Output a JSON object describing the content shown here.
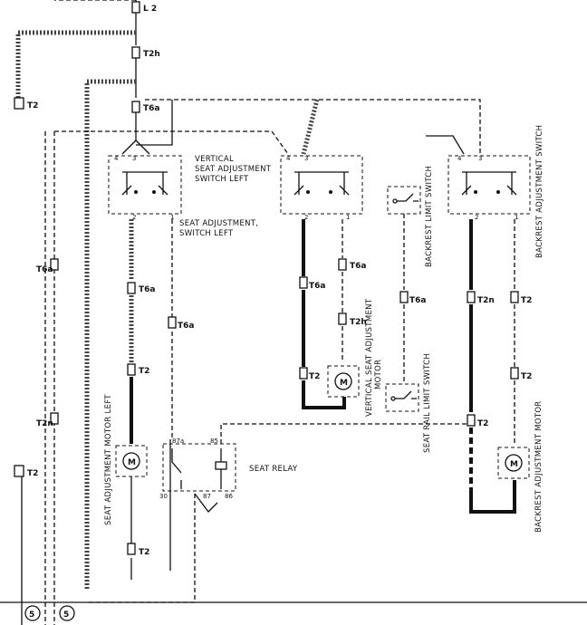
{
  "labels": {
    "switch_left_1": "VERTICAL",
    "switch_left_2": "SEAT ADJUSTMENT",
    "switch_left_3": "SWITCH   LEFT",
    "seat_adj_switch_1": "SEAT ADJUSTMENT,",
    "seat_adj_switch_2": "SWITCH   LEFT",
    "backrest_limit_switch": "BACKREST LIMIT SWITCH",
    "backrest_adj_switch": "BACKREST ADJUSTMENT SWITCH",
    "vertical_motor_1": "VERTICAL SEAT ADJUSTMENT",
    "vertical_motor_2": "MOTOR",
    "seat_rail_limit_switch": "SEAT RAIL LIMIT SWITCH",
    "seat_adj_motor_left": "SEAT ADJUSTMENT MOTOR LEFT",
    "seat_relay": "SEAT RELAY",
    "backrest_motor": "BACKREST ADJUSTMENT MOTOR",
    "motor_symbol": "M"
  },
  "connectors": {
    "l2": "L 2",
    "t2h_top": "T2h",
    "t2_topleft": "T2",
    "t6a_top": "T6a",
    "t6a_left": "T6a",
    "t6a_mid1": "T6a",
    "t6a_mid2": "T6a",
    "t6a_right": "T6a",
    "t6a_right2": "T6a",
    "t6a_limit": "T6a",
    "t2_mid1": "T2",
    "t2_mid2": "T2",
    "t2n_left": "T2n",
    "t2_left_low": "T2",
    "t2_right1": "T2n",
    "t2_right2": "T2",
    "t2_right3": "T2",
    "t2_right4": "T2",
    "t2_bottom": "T2",
    "t2h_mid": "T2h",
    "ground_1": "5",
    "ground_2": "5"
  },
  "pins": {
    "p4": "4",
    "p3": "3",
    "p2": "2",
    "p1": "1",
    "p87a": "87a",
    "p85": "85",
    "p30": "30",
    "p87": "87",
    "p86": "86"
  }
}
